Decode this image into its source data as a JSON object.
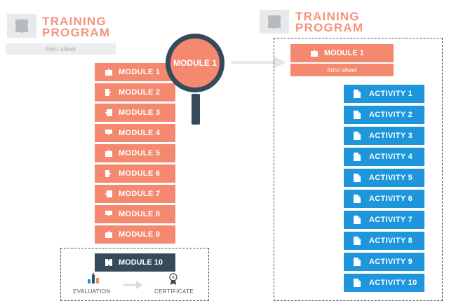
{
  "left_program": {
    "title_line1": "TRAINING",
    "title_line2": "PROGRAM",
    "intro_label": "Intro sheet"
  },
  "right_program": {
    "title_line1": "TRAINING",
    "title_line2": "PROGRAM"
  },
  "modules": [
    {
      "label": "MODULE 1"
    },
    {
      "label": "MODULE 2"
    },
    {
      "label": "MODULE 3"
    },
    {
      "label": "MODULE 4"
    },
    {
      "label": "MODULE 5"
    },
    {
      "label": "MODULE 6"
    },
    {
      "label": "MODULE 7"
    },
    {
      "label": "MODULE 8"
    },
    {
      "label": "MODULE 9"
    }
  ],
  "final_module": {
    "label": "MODULE 10",
    "evaluation_label": "EVALUATION",
    "certificate_label": "CERTIFICATE"
  },
  "magnifier": {
    "label": "MODULE 1"
  },
  "detail": {
    "module_label": "MODULE 1",
    "intro_label": "Intro sheet",
    "activities": [
      {
        "label": "ACTIVITY 1"
      },
      {
        "label": "ACTIVITY 2"
      },
      {
        "label": "ACTIVITY 3"
      },
      {
        "label": "ACTIVITY 4"
      },
      {
        "label": "ACTIVITY 5"
      },
      {
        "label": "ACTIVITY 6"
      },
      {
        "label": "ACTIVITY 7"
      },
      {
        "label": "ACTIVITY 8"
      },
      {
        "label": "ACTIVITY 9"
      },
      {
        "label": "ACTIVITY 10"
      }
    ]
  },
  "colors": {
    "module": "#f5896f",
    "title": "#f5937e",
    "activity": "#1e96dc",
    "dark": "#354a5a",
    "intro_bg": "#eceded"
  }
}
